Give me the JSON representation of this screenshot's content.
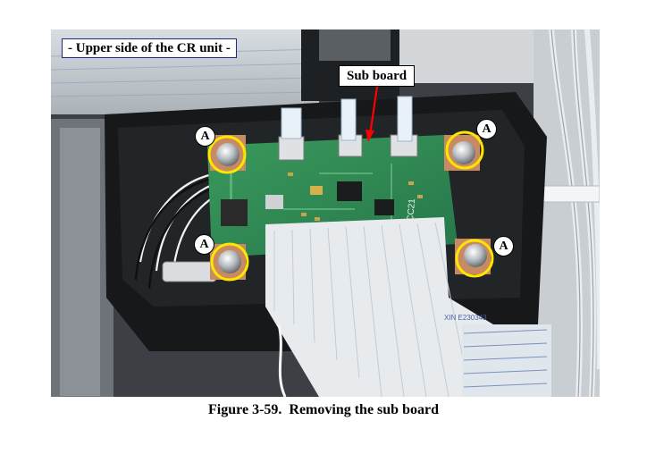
{
  "figure": {
    "title_label": "- Upper side of the CR unit -",
    "sub_board_label": "Sub board",
    "screw_callout": "A",
    "caption": "Figure 3-59.  Removing the sub board",
    "board_print": "CC21",
    "cable_print": "XIN E230343"
  },
  "colors": {
    "callout_ring": "#ffe600",
    "arrow": "#ff0000",
    "pcb": "#2f8a52",
    "label_border": "#1f2a7a"
  }
}
